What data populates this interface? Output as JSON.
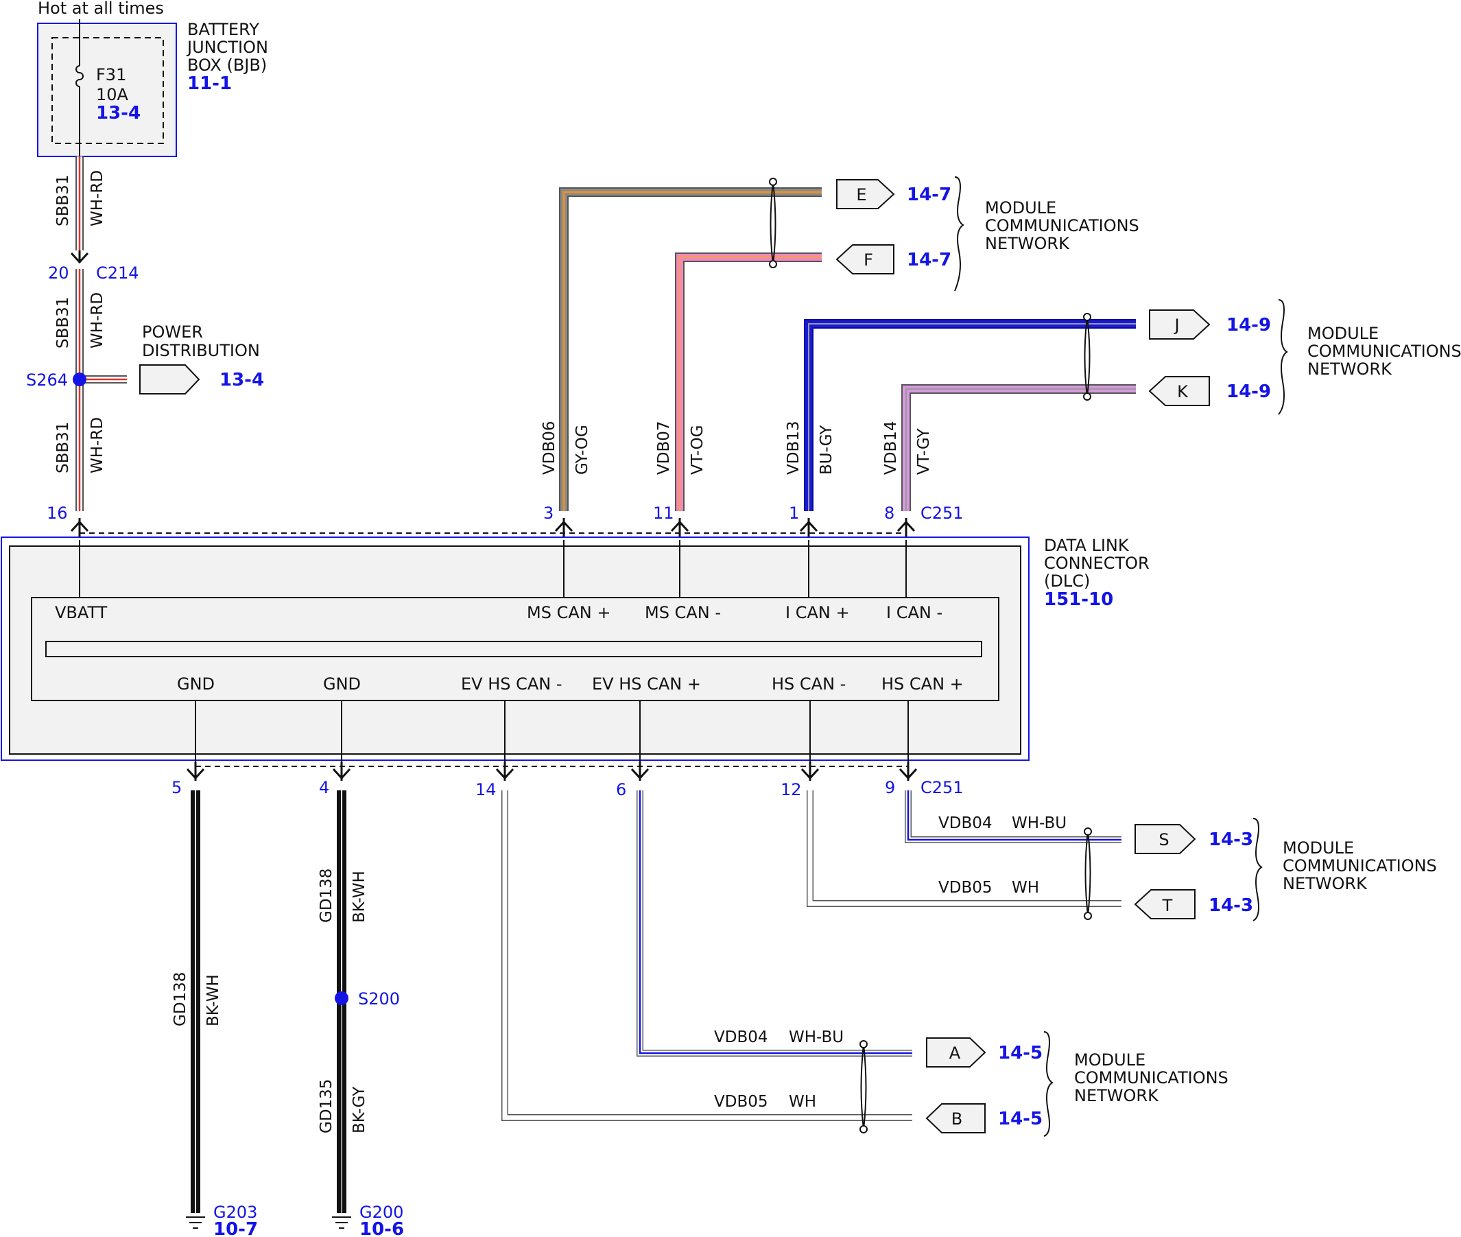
{
  "header": {
    "hot_label": "Hot at all times"
  },
  "bjb": {
    "name_lines": [
      "BATTERY",
      "JUNCTION",
      "BOX (BJB)"
    ],
    "ref": "11-1",
    "fuse": {
      "id": "F31",
      "rating": "10A",
      "ref": "13-4"
    }
  },
  "upper_feed": {
    "segments": [
      {
        "circuit": "SBB31",
        "color": "WH-RD"
      },
      {
        "circuit": "SBB31",
        "color": "WH-RD"
      },
      {
        "circuit": "SBB31",
        "color": "WH-RD"
      }
    ],
    "c214": {
      "pin": "20",
      "connector": "C214"
    },
    "splice": "S264",
    "power_distribution": {
      "lines": [
        "POWER",
        "DISTRIBUTION"
      ],
      "ref": "13-4"
    }
  },
  "dlc_top_pins": {
    "vbatt_pin": "16",
    "connector": "C251",
    "pins": [
      {
        "pin": "3",
        "circuit": "VDB06",
        "color": "GY-OG"
      },
      {
        "pin": "11",
        "circuit": "VDB07",
        "color": "VT-OG"
      },
      {
        "pin": "1",
        "circuit": "VDB13",
        "color": "BU-GY"
      },
      {
        "pin": "8",
        "circuit": "VDB14",
        "color": "VT-GY"
      }
    ]
  },
  "network_refs": {
    "E": {
      "label": "E",
      "ref": "14-7"
    },
    "F": {
      "label": "F",
      "ref": "14-7"
    },
    "J": {
      "label": "J",
      "ref": "14-9"
    },
    "K": {
      "label": "K",
      "ref": "14-9"
    },
    "S": {
      "label": "S",
      "ref": "14-3"
    },
    "T": {
      "label": "T",
      "ref": "14-3"
    },
    "A": {
      "label": "A",
      "ref": "14-5"
    },
    "B": {
      "label": "B",
      "ref": "14-5"
    }
  },
  "mcn_label": [
    "MODULE",
    "COMMUNICATIONS",
    "NETWORK"
  ],
  "dlc": {
    "name_lines": [
      "DATA LINK",
      "CONNECTOR",
      "(DLC)"
    ],
    "ref": "151-10",
    "top_terms": [
      "VBATT",
      "MS CAN +",
      "MS CAN -",
      "I CAN +",
      "I CAN -"
    ],
    "bottom_terms": [
      "GND",
      "GND",
      "EV HS CAN -",
      "EV HS CAN +",
      "HS CAN -",
      "HS CAN +"
    ]
  },
  "dlc_bottom_pins": {
    "connector": "C251",
    "pins": [
      "5",
      "4",
      "14",
      "6",
      "12",
      "9"
    ]
  },
  "grounds": {
    "left": {
      "circuit": "GD138",
      "color": "BK-WH",
      "ground": "G203",
      "ref": "10-7"
    },
    "right_upper": {
      "circuit": "GD138",
      "color": "BK-WH"
    },
    "splice": "S200",
    "right_lower": {
      "circuit": "GD135",
      "color": "BK-GY",
      "ground": "G200",
      "ref": "10-6"
    }
  },
  "hs_wires": {
    "vdb04_hs": {
      "circuit": "VDB04",
      "color": "WH-BU"
    },
    "vdb05_hs": {
      "circuit": "VDB05",
      "color": "WH"
    },
    "vdb04_ev": {
      "circuit": "VDB04",
      "color": "WH-BU"
    },
    "vdb05_ev": {
      "circuit": "VDB05",
      "color": "WH"
    }
  }
}
